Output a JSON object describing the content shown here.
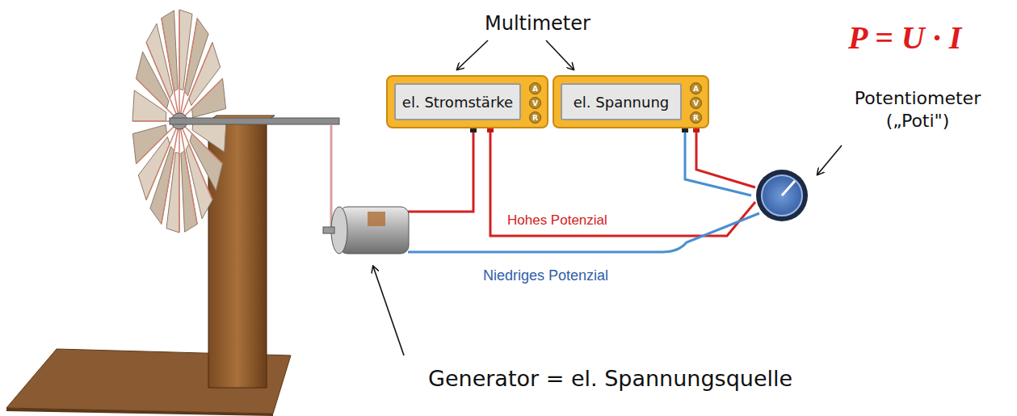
{
  "diagram": {
    "nodes": [
      {
        "text": [
          "el. Stromstärke"
        ]
      },
      {
        "text": [
          "A"
        ],
        "in": 0
      },
      {
        "text": [
          "V"
        ],
        "in": 0
      },
      {
        "text": [
          "R"
        ],
        "in": 0
      },
      {
        "text": [
          "el. Spannung"
        ]
      },
      {
        "text": [
          "A"
        ],
        "in": 4
      },
      {
        "text": [
          "V"
        ],
        "in": 4
      },
      {
        "text": [
          "R"
        ],
        "in": 4
      }
    ],
    "labels": [
      "Multimeter",
      "P = U · I",
      "Potentiometer („Poti\")",
      "Hohes Potenzial",
      "Niedriges Potenzial",
      "Generator = el. Spannungsquelle"
    ]
  }
}
